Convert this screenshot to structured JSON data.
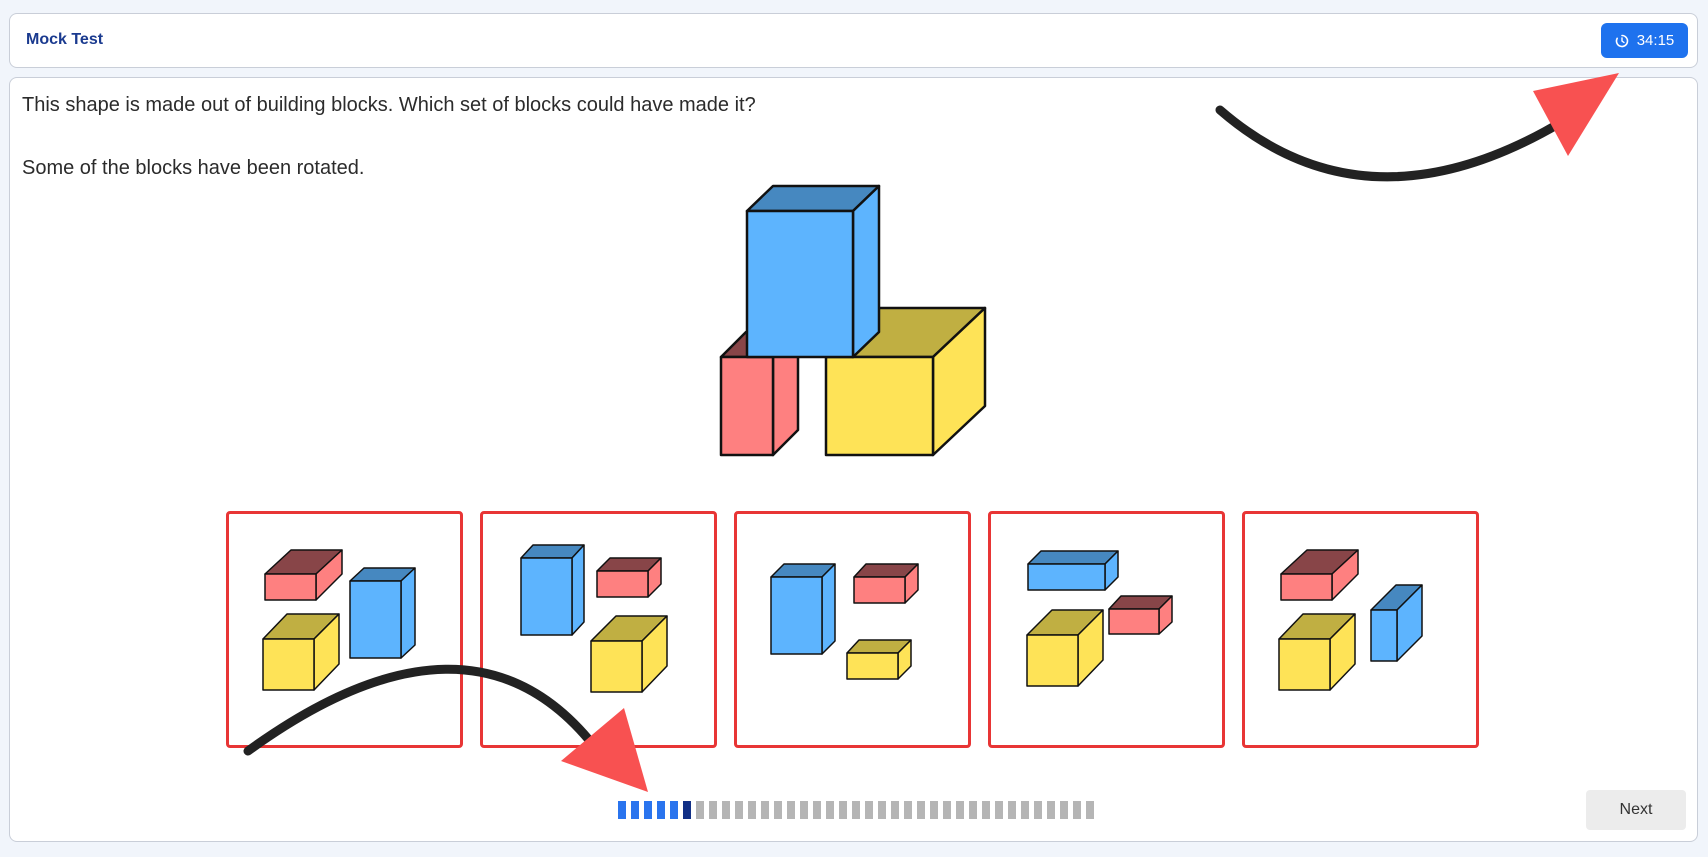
{
  "header": {
    "title": "Mock Test",
    "timer": "34:15",
    "timer_icon": "timer-icon"
  },
  "question": {
    "line1": "This shape is made out of building blocks. Which set of blocks could have made it?",
    "line2": "Some of the blocks have been rotated."
  },
  "options_count": 5,
  "progress": {
    "total": 37,
    "completed": 5,
    "current": 6
  },
  "footer": {
    "next_label": "Next"
  },
  "colors": {
    "accent": "#1e72ee",
    "option_border": "#e83535",
    "blue_block": "#5db4fe",
    "pink_block": "#fe8080",
    "yellow_block": "#fee357"
  }
}
